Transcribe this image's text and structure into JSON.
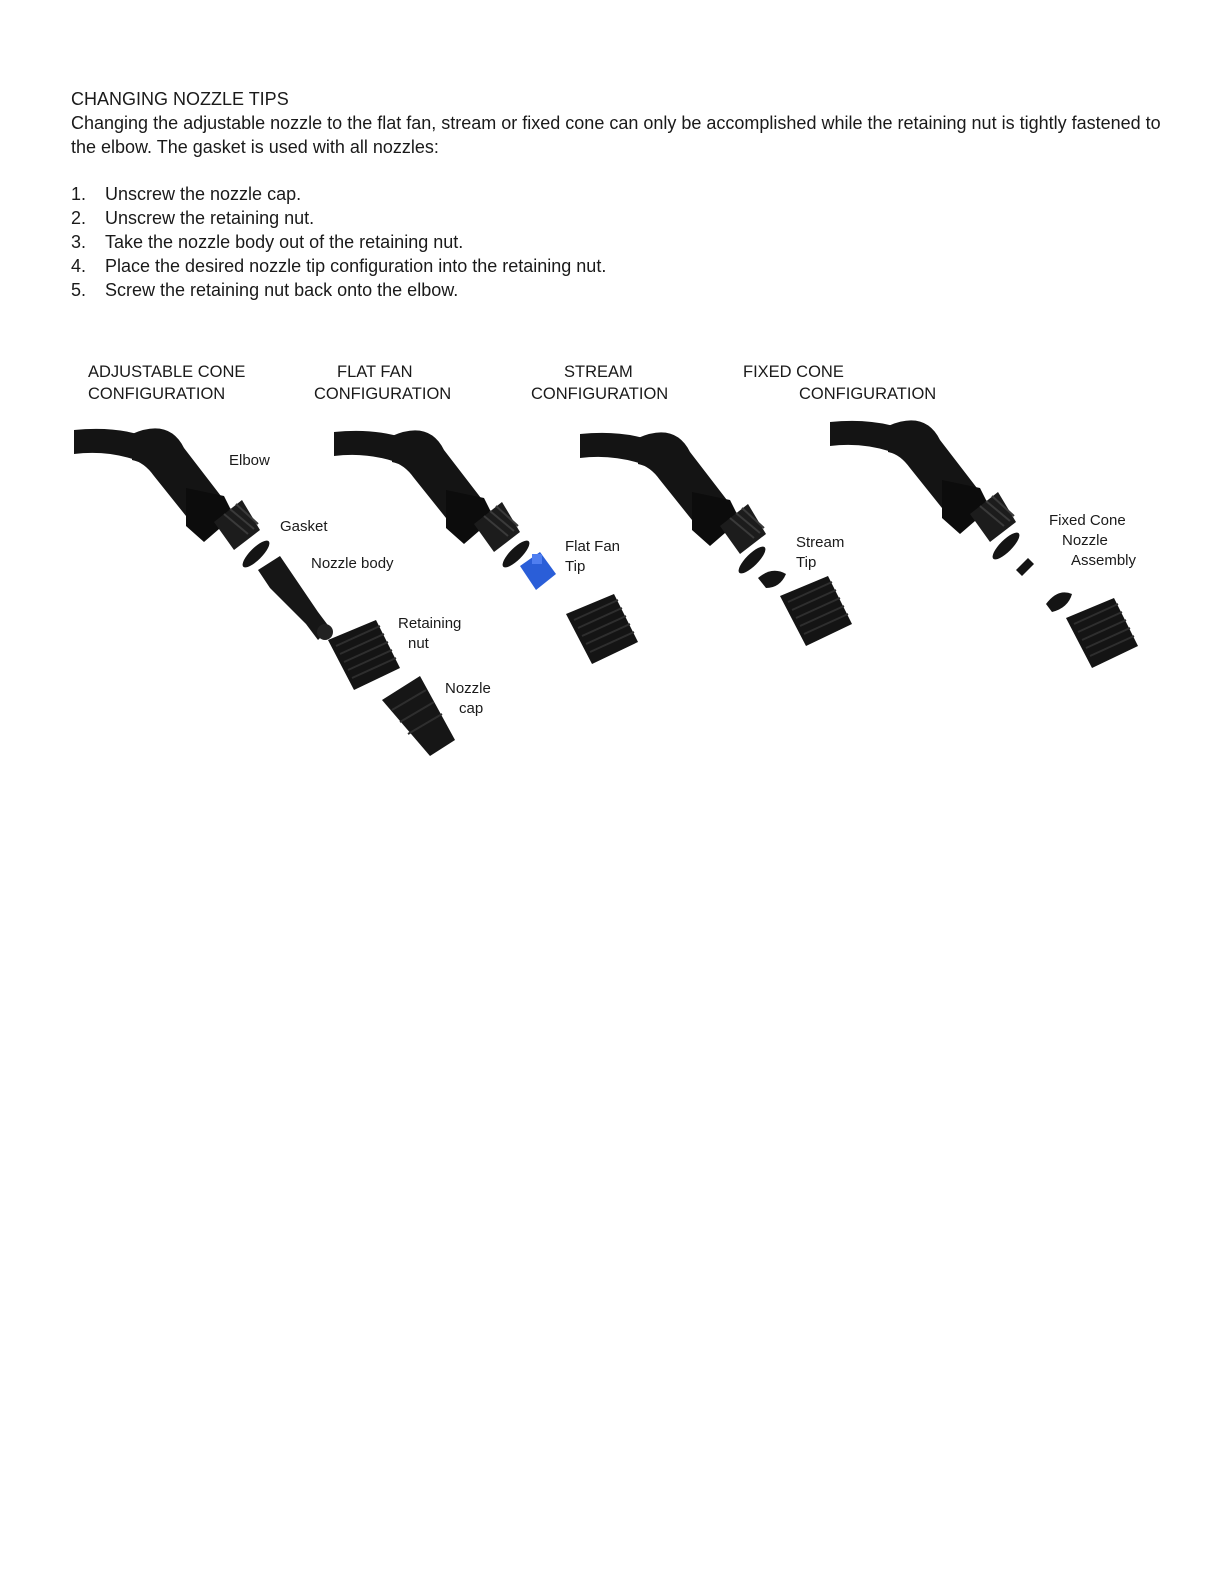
{
  "heading": "CHANGING NOZZLE TIPS",
  "intro": "Changing the adjustable nozzle to the flat fan, stream or fixed cone can only be accomplished while the retaining nut is tightly fastened to the elbow. The gasket is used with all nozzles:",
  "steps": [
    {
      "num": "1.",
      "text": "Unscrew the nozzle cap."
    },
    {
      "num": "2.",
      "text": "Unscrew the retaining nut."
    },
    {
      "num": "3.",
      "text": "Take the nozzle body out of the retaining nut."
    },
    {
      "num": "4.",
      "text": "Place the desired nozzle tip configuration into the retaining nut."
    },
    {
      "num": "5.",
      "text": "Screw the retaining nut back onto the elbow."
    }
  ],
  "configurations": [
    {
      "line1": "ADJUSTABLE CONE",
      "line2": "CONFIGURATION"
    },
    {
      "line1": "FLAT FAN",
      "line2": "CONFIGURATION"
    },
    {
      "line1": "STREAM",
      "line2": "CONFIGURATION"
    },
    {
      "line1": "FIXED CONE",
      "line2": "CONFIGURATION"
    }
  ],
  "part_labels": {
    "elbow": "Elbow",
    "gasket": "Gasket",
    "nozzle_body": "Nozzle body",
    "retaining_nut_1": "Retaining",
    "retaining_nut_2": "nut",
    "nozzle_cap_1": "Nozzle",
    "nozzle_cap_2": "cap",
    "flat_fan_tip_1": "Flat Fan",
    "flat_fan_tip_2": "Tip",
    "stream_tip_1": "Stream",
    "stream_tip_2": "Tip",
    "fixed_cone_1": "Fixed Cone",
    "fixed_cone_2": "Nozzle",
    "fixed_cone_3": "Assembly"
  },
  "colors": {
    "part": "#141414",
    "flat_fan_tip": "#2a5ed8"
  }
}
